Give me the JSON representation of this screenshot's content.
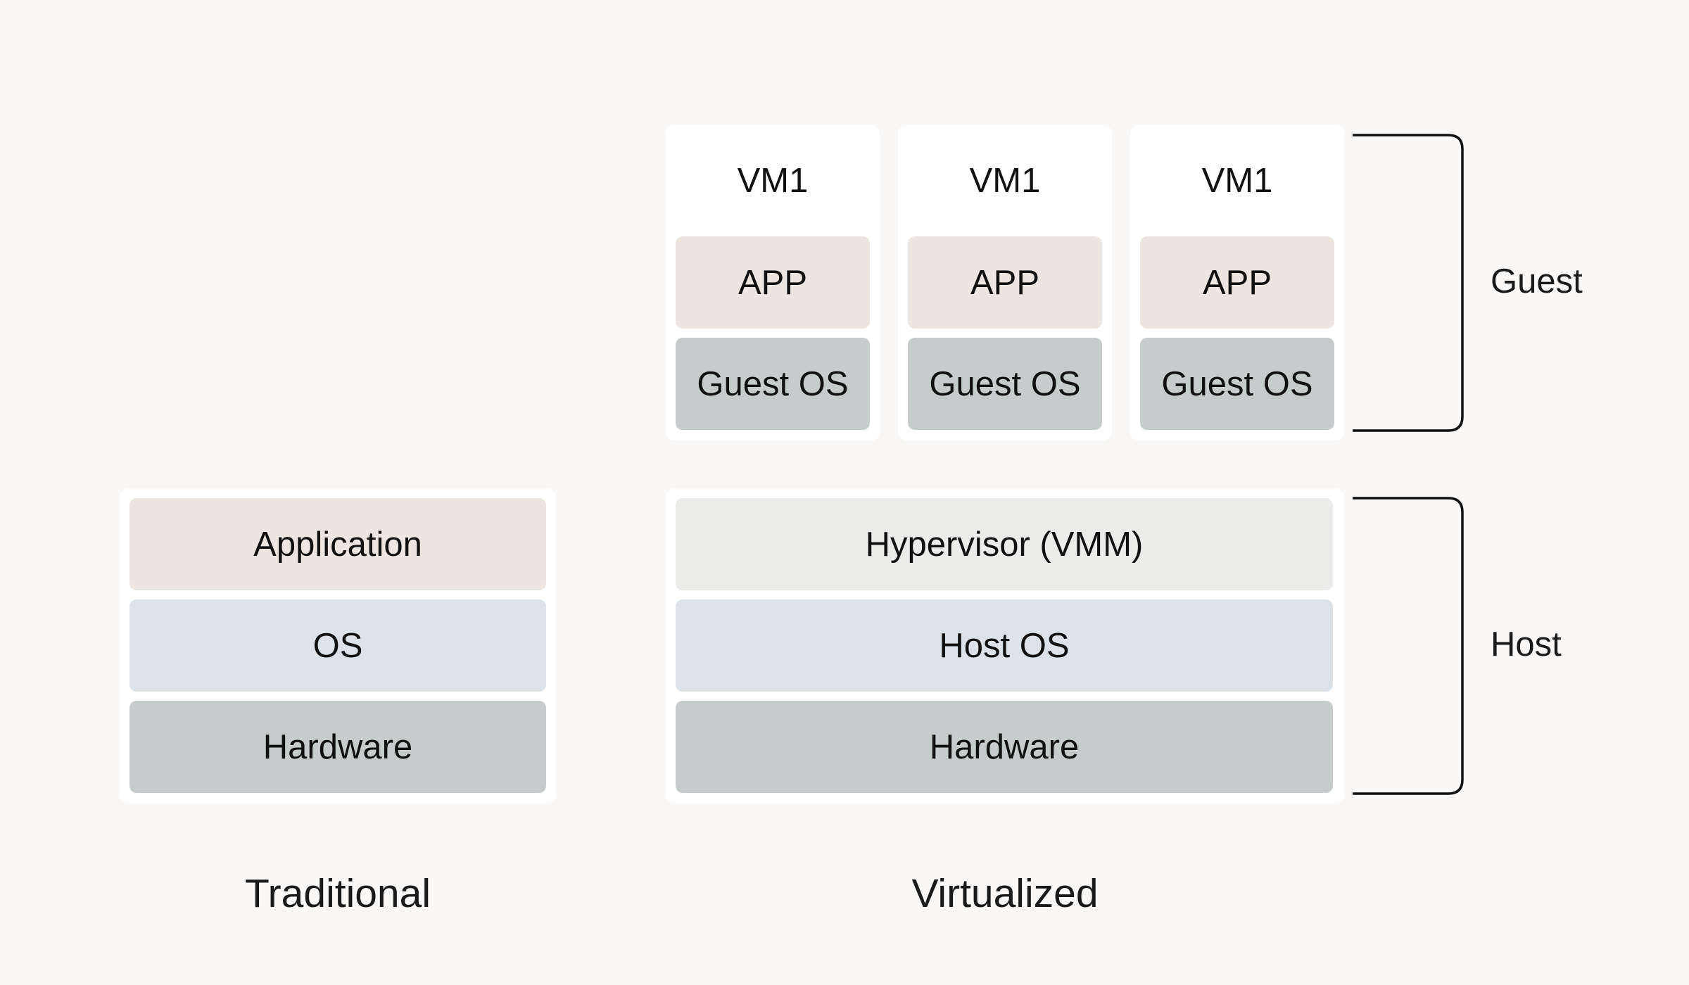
{
  "colors": {
    "background": "#f9f8f6",
    "panel": "#ffffff",
    "application": "#ede5df",
    "os": "#dbe3e9",
    "hardware": "#c6cccc",
    "hypervisor": "#ebebea",
    "bracket": "#111111"
  },
  "traditional": {
    "layers": [
      {
        "label": "Application",
        "kind": "application"
      },
      {
        "label": "OS",
        "kind": "os"
      },
      {
        "label": "Hardware",
        "kind": "hardware"
      }
    ],
    "caption": "Traditional"
  },
  "virtualized": {
    "vms": [
      {
        "title": "VM1",
        "app_label": "APP",
        "os_label": "Guest OS"
      },
      {
        "title": "VM1",
        "app_label": "APP",
        "os_label": "Guest OS"
      },
      {
        "title": "VM1",
        "app_label": "APP",
        "os_label": "Guest OS"
      }
    ],
    "host_layers": [
      {
        "label": "Hypervisor (VMM)",
        "kind": "hypervisor"
      },
      {
        "label": "Host OS",
        "kind": "os"
      },
      {
        "label": "Hardware",
        "kind": "hardware"
      }
    ],
    "caption": "Virtualized"
  },
  "brackets": {
    "guest_label": "Guest",
    "host_label": "Host"
  }
}
